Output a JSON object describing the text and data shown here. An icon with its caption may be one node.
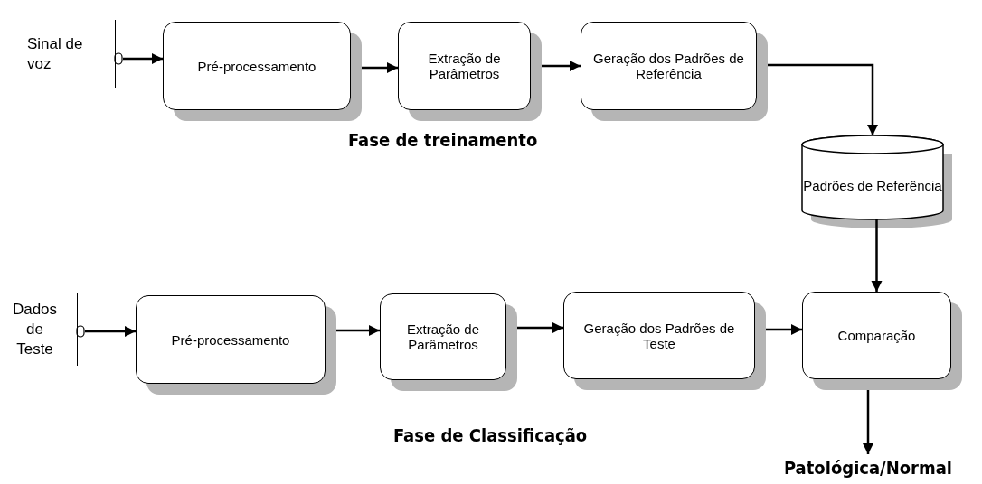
{
  "diagram": {
    "nodes": [
      {
        "text": [
          "Sinal de voz"
        ]
      },
      {
        "text": [
          "Pré-processamento"
        ]
      },
      {
        "text": [
          "Extração de Parâmetros"
        ]
      },
      {
        "text": [
          "Geração dos Padrões de Referência"
        ]
      },
      {
        "text": [
          "Padrões de Referência"
        ]
      },
      {
        "text": [
          "Dados de Teste"
        ]
      },
      {
        "text": [
          "Pré-processamento"
        ]
      },
      {
        "text": [
          "Extração de Parâmetros"
        ]
      },
      {
        "text": [
          "Geração dos Padrões de Teste"
        ]
      },
      {
        "text": [
          "Comparação"
        ]
      },
      {
        "text": [
          "Patológica/Normal"
        ]
      }
    ],
    "edges": [
      {
        "from": 0,
        "to": 1,
        "arrow": "to"
      },
      {
        "from": 1,
        "to": 2,
        "arrow": "to"
      },
      {
        "from": 2,
        "to": 3,
        "arrow": "to"
      },
      {
        "from": 3,
        "to": 4,
        "arrow": "to"
      },
      {
        "from": 4,
        "to": 9,
        "arrow": "to"
      },
      {
        "from": 5,
        "to": 6,
        "arrow": "to"
      },
      {
        "from": 6,
        "to": 7,
        "arrow": "to"
      },
      {
        "from": 7,
        "to": 8,
        "arrow": "to"
      },
      {
        "from": 8,
        "to": 9,
        "arrow": "to"
      },
      {
        "from": 9,
        "to": 10,
        "arrow": "to"
      }
    ],
    "labels": [
      "Fase de treinamento",
      "Fase de Classificação"
    ]
  }
}
